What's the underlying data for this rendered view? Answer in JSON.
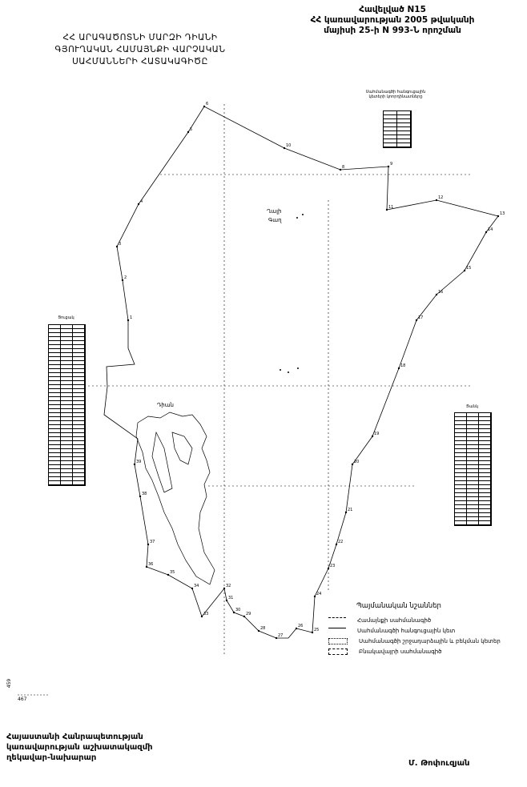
{
  "annex": {
    "line1": "Հավելված N15",
    "line2": "ՀՀ կառավարության 2005 թվականի",
    "line3": "մայիսի 25-ի N 993-Ն որոշման"
  },
  "title": {
    "line1": "ՀՀ ԱՐԱԳԱԾՈՏՆԻ ՄԱՐԶԻ ԴԻԱՆԻ",
    "line2": "ԳՅՈՒՂԱԿԱՆ ՀԱՄԱՅՆՔԻ ՎԱՐՉԱԿԱՆ",
    "line3": "ՍԱՀՄԱՆՆԵՐԻ ՀԱՏԱԿԱԳԻԾԸ"
  },
  "map": {
    "place_village": "Դիան",
    "place_other_1": "Ղալի",
    "place_other_2": "Գաղ",
    "coord_top": "459",
    "coord_bottom": "467",
    "node_labels": [
      "6",
      "5",
      "4",
      "3",
      "2",
      "1",
      "10",
      "8",
      "9",
      "11",
      "12",
      "13",
      "14",
      "15",
      "16",
      "17",
      "18",
      "19",
      "20",
      "21",
      "22",
      "23",
      "24",
      "25",
      "26",
      "27",
      "28",
      "29",
      "30",
      "31",
      "32",
      "33",
      "34",
      "35",
      "36",
      "37",
      "38",
      "39"
    ]
  },
  "tables": {
    "top_caption": "Սահմանագծի հանգուցային կետերի կոորդինատները",
    "left_caption": "Ցուցակ",
    "right_caption": "Ցանկ"
  },
  "legend": {
    "heading": "Պայմանական նշաններ",
    "items": [
      "Համայնքի սահմանագիծ",
      "Սահմանագծի հանգուցային կետ",
      "Սահմանագծի շրջադարձային և բեկման կետեր",
      "Բնակավայրի սահմանագիծ"
    ]
  },
  "footer": {
    "left_line1": "Հայաստանի Հանրապետության",
    "left_line2": "կառավարության աշխատակազմի",
    "left_line3": "ղեկավար-նախարար",
    "signature": "Մ. Թոփուզյան"
  }
}
